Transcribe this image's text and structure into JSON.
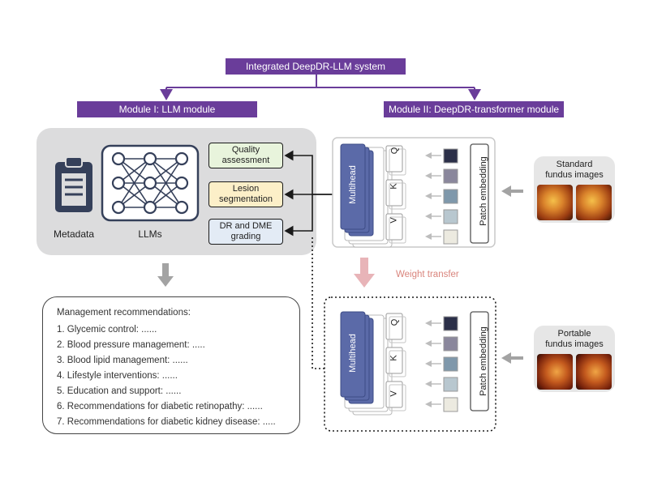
{
  "header": {
    "system_title": "Integrated DeepDR-LLM system"
  },
  "module1": {
    "title": "Module I: LLM module",
    "metadata_label": "Metadata",
    "llms_label": "LLMs",
    "outputs": [
      {
        "label": "Quality\nassessment",
        "color": "#e8f4dc"
      },
      {
        "label": "Lesion\nsegmentation",
        "color": "#fcefc8"
      },
      {
        "label": "DR and DME\ngrading",
        "color": "#e3ebf5"
      }
    ]
  },
  "module2": {
    "title": "Module II: DeepDR-transformer module",
    "multihead_label": "Multihead",
    "q_label": "Q",
    "k_label": "K",
    "v_label": "V",
    "patch_embedding_label": "Patch embedding",
    "weight_transfer_label": "Weight transfer"
  },
  "inputs": {
    "standard_label": "Standard\nfundus images",
    "portable_label": "Portable\nfundus images"
  },
  "recommendations": {
    "heading": "Management recommendations:",
    "items": [
      "1. Glycemic control: ......",
      "2. Blood pressure management: .....",
      "3. Blood lipid management: ......",
      "4. Lifestyle interventions: ......",
      "5. Education and support: ......",
      "6. Recommendations for diabetic retinopathy: ......",
      "7. Recommendations for diabetic kidney disease: ....."
    ]
  },
  "colors": {
    "purple": "#6a3d9a",
    "panel_grey": "#dcdcdd",
    "multihead_blue": "#5b6aa8",
    "icon_navy": "#35405a",
    "weight_arrow": "#e8b4b8",
    "weight_text": "#d9847c"
  }
}
